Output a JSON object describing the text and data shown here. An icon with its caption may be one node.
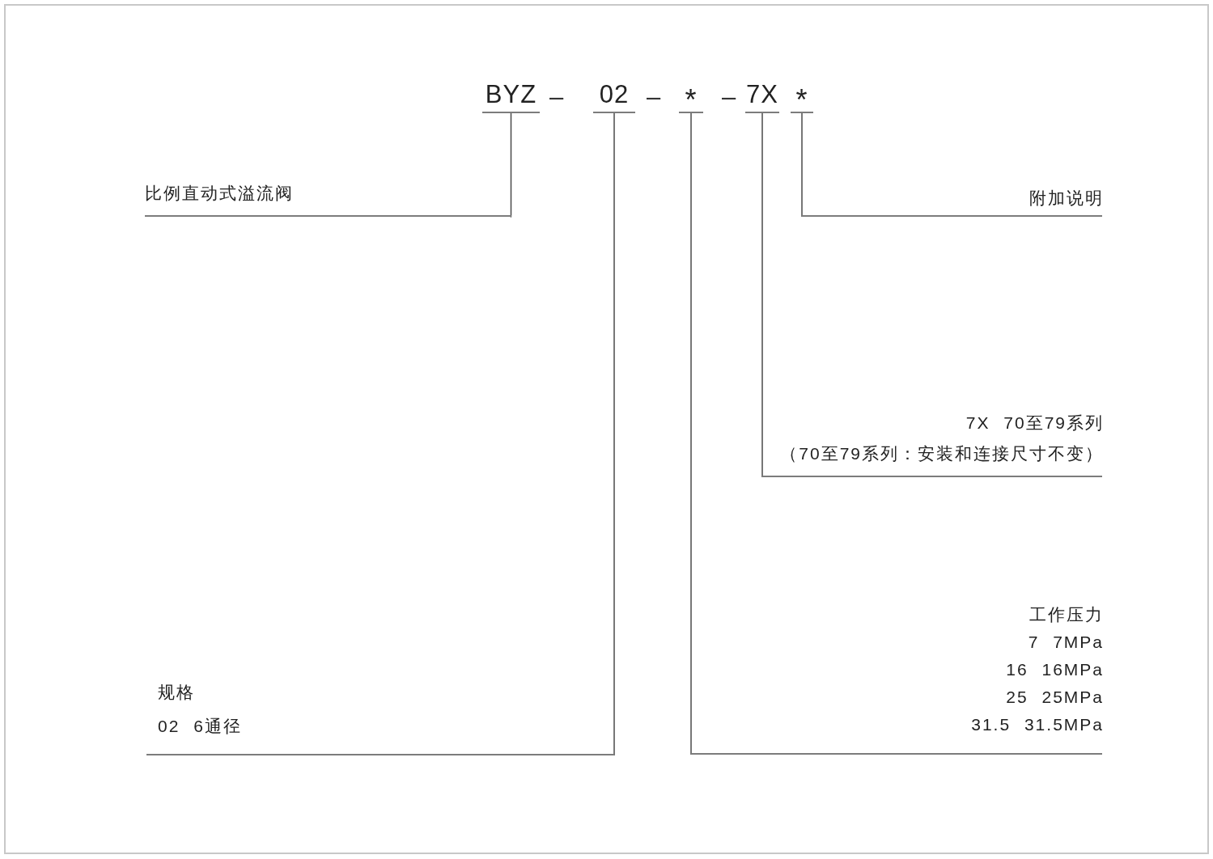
{
  "diagram": {
    "nodes": [
      {
        "text": [
          "BYZ"
        ]
      },
      {
        "text": [
          "02"
        ]
      },
      {
        "text": [
          "*"
        ]
      },
      {
        "text": [
          "7X"
        ]
      },
      {
        "text": [
          "*"
        ]
      },
      {
        "text": [
          "比例直动式溢流阀"
        ]
      },
      {
        "text": [
          "附加说明"
        ]
      },
      {
        "text": [
          "7X 70至79系列",
          "（70至79系列：安装和连接尺寸不变）"
        ]
      },
      {
        "text": [
          "工作压力",
          "7 7MPa",
          "16 16MPa",
          "25 25MPa",
          "31.5 31.5MPa"
        ]
      },
      {
        "text": [
          "规格",
          "02 6通径"
        ]
      }
    ],
    "edges": [
      {
        "from": 0,
        "to": 5,
        "arrow": "none"
      },
      {
        "from": 1,
        "to": 9,
        "arrow": "none"
      },
      {
        "from": 2,
        "to": 8,
        "arrow": "none"
      },
      {
        "from": 3,
        "to": 7,
        "arrow": "none"
      },
      {
        "from": 4,
        "to": 6,
        "arrow": "none"
      }
    ],
    "labels": [
      "–",
      "–",
      "–"
    ]
  }
}
